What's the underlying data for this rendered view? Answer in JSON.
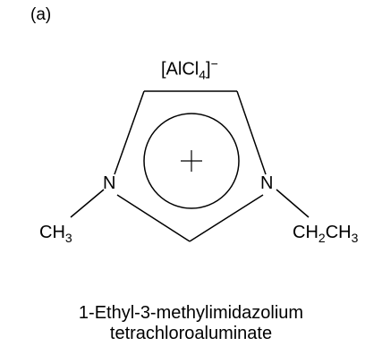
{
  "panel_label": "(a)",
  "anion": {
    "prefix": "[AlCl",
    "subscript": "4",
    "suffix": "]",
    "charge": "−"
  },
  "ring": {
    "center_symbol": "+",
    "atom_left": "N",
    "atom_right": "N"
  },
  "substituents": {
    "left": {
      "base": "CH",
      "subscript": "3"
    },
    "right": {
      "base1": "CH",
      "subscript1": "2",
      "base2": "CH",
      "subscript2": "3"
    }
  },
  "caption": {
    "line1": "1-Ethyl-3-methylimidazolium",
    "line2": "tetrachloroaluminate"
  },
  "colors": {
    "ink": "#000000",
    "background": "#ffffff"
  }
}
